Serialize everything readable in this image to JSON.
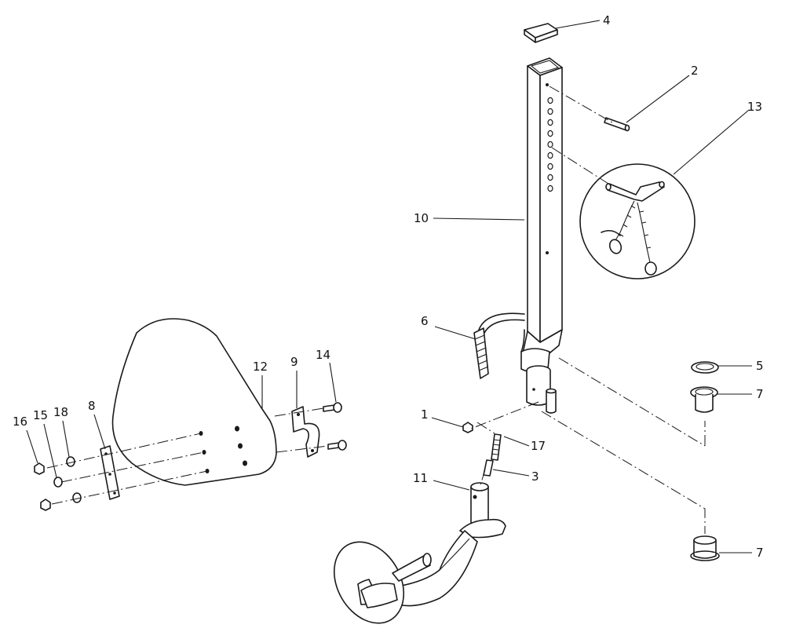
{
  "diagram": {
    "callouts": [
      {
        "id": "c4",
        "text": "4"
      },
      {
        "id": "c2",
        "text": "2"
      },
      {
        "id": "c13",
        "text": "13"
      },
      {
        "id": "c10",
        "text": "10"
      },
      {
        "id": "c6",
        "text": "6"
      },
      {
        "id": "c5",
        "text": "5"
      },
      {
        "id": "c7a",
        "text": "7"
      },
      {
        "id": "c1",
        "text": "1"
      },
      {
        "id": "c17",
        "text": "17"
      },
      {
        "id": "c3",
        "text": "3"
      },
      {
        "id": "c11",
        "text": "11"
      },
      {
        "id": "c7b",
        "text": "7"
      },
      {
        "id": "c12",
        "text": "12"
      },
      {
        "id": "c9",
        "text": "9"
      },
      {
        "id": "c14",
        "text": "14"
      },
      {
        "id": "c16",
        "text": "16"
      },
      {
        "id": "c15",
        "text": "15"
      },
      {
        "id": "c18",
        "text": "18"
      },
      {
        "id": "c8",
        "text": "8"
      }
    ]
  }
}
